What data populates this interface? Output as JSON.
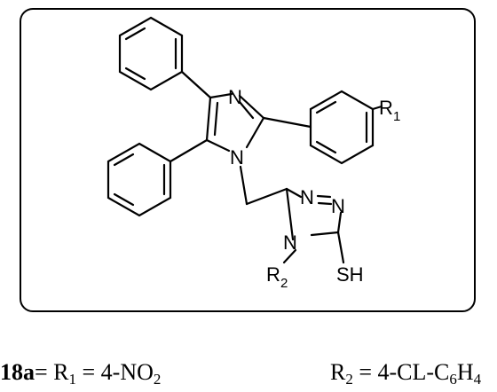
{
  "structure": {
    "atoms": {
      "imidazole_n3": "N",
      "imidazole_n1": "N",
      "triazole_n1": "N",
      "triazole_n2": "N",
      "triazole_n4": "N",
      "r1_symbol": "R",
      "r1_index": "1",
      "r2_symbol": "R",
      "r2_index": "2",
      "thiol": "SH"
    }
  },
  "caption": {
    "compound_id": "18a",
    "equals": "= ",
    "r1_symbol": "R",
    "r1_index": "1",
    "r1_value_prefix": " = 4-NO",
    "r1_value_index": "2",
    "r2_symbol": "R",
    "r2_index": "2",
    "r2_value_prefix": " = 4-CL-C",
    "r2_value_index1": "6",
    "r2_value_mid": "H",
    "r2_value_index2": "4"
  }
}
